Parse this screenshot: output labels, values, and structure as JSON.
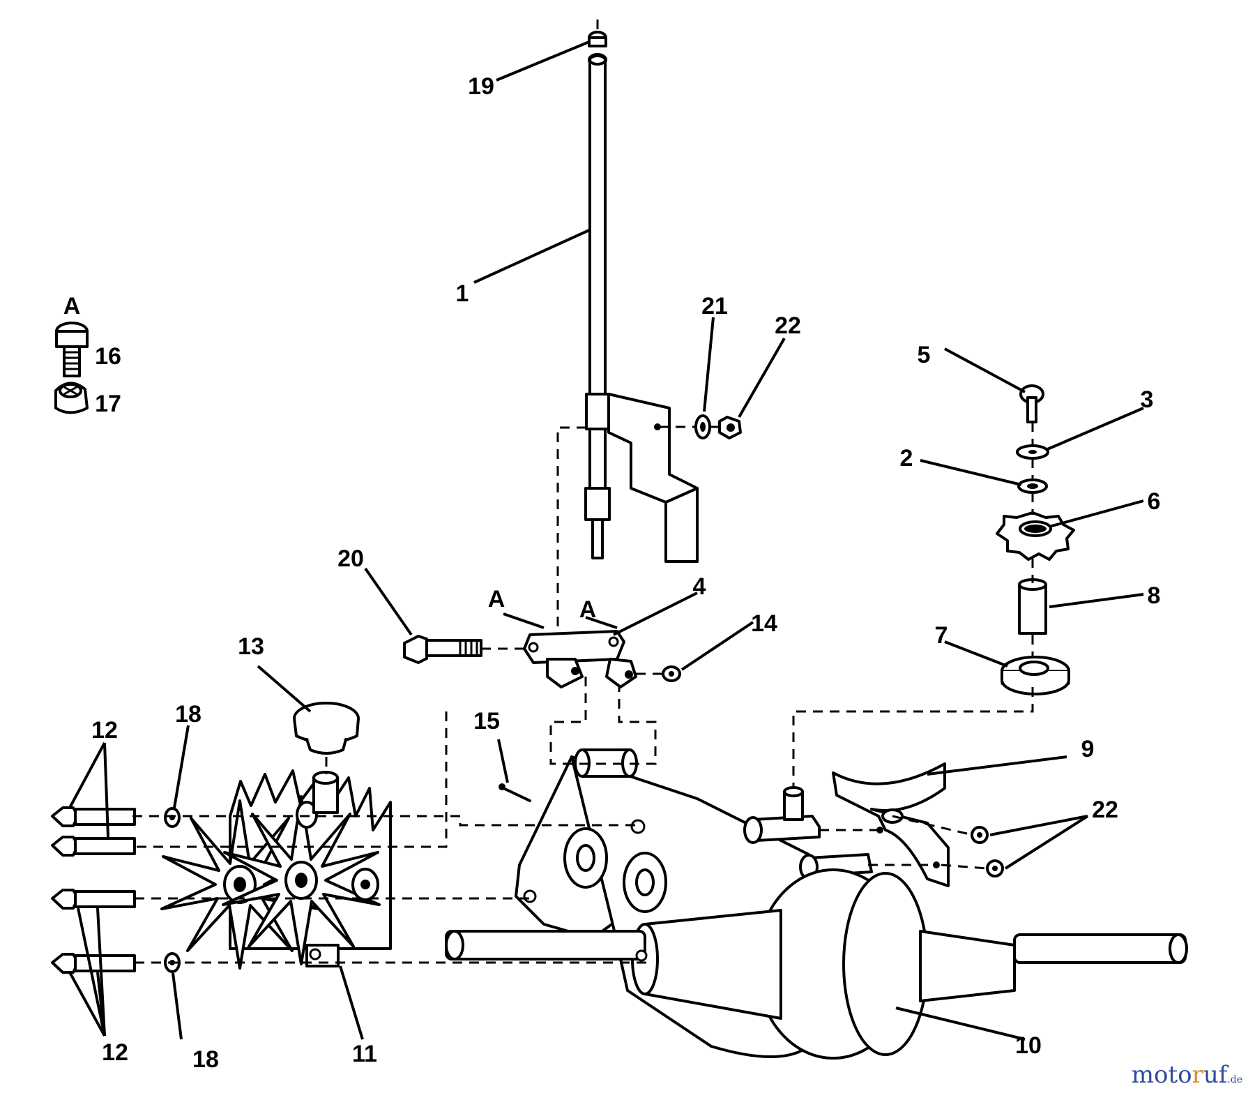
{
  "labels": {
    "p1": "1",
    "p2": "2",
    "p3": "3",
    "p4": "4",
    "p5": "5",
    "p6": "6",
    "p7": "7",
    "p8": "8",
    "p9": "9",
    "p10": "10",
    "p11": "11",
    "p12a": "12",
    "p12b": "12",
    "p13": "13",
    "p14": "14",
    "p15": "15",
    "p16": "16",
    "p17": "17",
    "p18a": "18",
    "p18b": "18",
    "p19": "19",
    "p20": "20",
    "p21": "21",
    "p22a": "22",
    "p22b": "22",
    "key_a": "A",
    "a1": "A",
    "a2": "A"
  },
  "watermark": {
    "part1": "moto",
    "part2": "r",
    "part3": "uf",
    "tld": ".de"
  }
}
